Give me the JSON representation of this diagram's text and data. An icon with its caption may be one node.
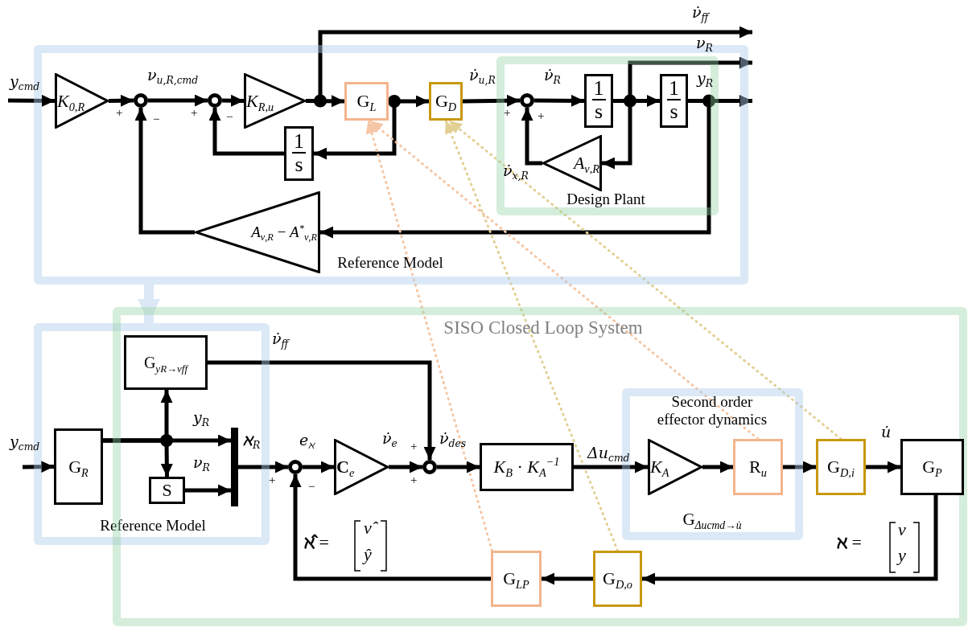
{
  "diagram": {
    "nodes": [
      {
        "text": [
          "Reference Model"
        ]
      },
      {
        "text": [
          "Design Plant"
        ],
        "in": 0
      },
      {
        "text": [
          "*K*$_{0,R}$"
        ],
        "in": 0
      },
      {
        "text": [],
        "shape": "circle",
        "in": 0
      },
      {
        "text": [],
        "shape": "circle",
        "in": 0
      },
      {
        "text": [
          "*K*$_{R,u}$"
        ],
        "in": 0
      },
      {
        "text": [
          "G$_{L}$"
        ],
        "in": 0
      },
      {
        "text": [
          "G$_{D}$"
        ],
        "in": 0
      },
      {
        "text": [
          "1",
          "s"
        ],
        "in": 0
      },
      {
        "text": [],
        "shape": "circle",
        "in": 1
      },
      {
        "text": [
          "1",
          "s"
        ],
        "in": 1
      },
      {
        "text": [
          "1",
          "s"
        ],
        "in": 1
      },
      {
        "text": [
          "*A*$_{ν,R}$"
        ],
        "in": 1
      },
      {
        "text": [
          "*A*$_{ν,R}$ − *A*$^{*}$$_{ν,R}$"
        ],
        "in": 0
      },
      {
        "text": [
          "Reference Model"
        ]
      },
      {
        "text": [
          "SISO Closed Loop System"
        ]
      },
      {
        "text": [
          "G$_{R}$"
        ],
        "in": 14
      },
      {
        "text": [
          "G$_{yR→ν̇ff}$"
        ]
      },
      {
        "text": [
          "S"
        ]
      },
      {
        "text": [],
        "shape": "bar"
      },
      {
        "text": [],
        "shape": "circle",
        "in": 15
      },
      {
        "text": [
          "**C**$_{e}$"
        ],
        "in": 15
      },
      {
        "text": [],
        "shape": "circle",
        "in": 15
      },
      {
        "text": [
          "*K*$_{B}$ · *K*$_{A}$$^{−1}$"
        ],
        "in": 15
      },
      {
        "text": [
          "Second order effector dynamics",
          "G$_{Δucmd→u̇}$"
        ],
        "in": 15
      },
      {
        "text": [
          "*K*$_{A}$"
        ],
        "in": 24
      },
      {
        "text": [
          "R$_{u}$"
        ],
        "in": 24
      },
      {
        "text": [
          "G$_{D,i}$"
        ],
        "in": 15
      },
      {
        "text": [
          "G$_{P}$"
        ],
        "in": 15
      },
      {
        "text": [
          "G$_{D,o}$"
        ],
        "in": 15
      },
      {
        "text": [
          "G$_{LP}$"
        ],
        "in": 15
      }
    ],
    "edges": [
      {
        "from": null,
        "to": 2,
        "arrow": "to",
        "label": "*y*$_{cmd}$"
      },
      {
        "from": 2,
        "to": 3,
        "arrow": "to"
      },
      {
        "from": 3,
        "to": 4,
        "arrow": "to",
        "label": "*ν*$_{u,R,cmd}$"
      },
      {
        "from": 4,
        "to": 5,
        "arrow": "to"
      },
      {
        "from": 5,
        "to": 6,
        "arrow": "to"
      },
      {
        "from": 5,
        "to": null,
        "arrow": "to",
        "label": "*ν̇*$_{ff}$"
      },
      {
        "from": 6,
        "to": 7,
        "arrow": "to"
      },
      {
        "from": 6,
        "to": 8,
        "arrow": "to"
      },
      {
        "from": 8,
        "to": 4,
        "arrow": "to"
      },
      {
        "from": 7,
        "to": 9,
        "arrow": "to",
        "label": "*ν̇*$_{u,R}$"
      },
      {
        "from": 9,
        "to": 10,
        "arrow": "to",
        "label": "*ν̇*$_{R}$"
      },
      {
        "from": 10,
        "to": 11,
        "arrow": "to"
      },
      {
        "from": 10,
        "to": 12,
        "arrow": "to"
      },
      {
        "from": 10,
        "to": null,
        "arrow": "to",
        "label": "*ν*$_{R}$"
      },
      {
        "from": 12,
        "to": 9,
        "arrow": "to",
        "label": "*ν̇*$_{x,R}$"
      },
      {
        "from": 11,
        "to": null,
        "arrow": "to",
        "label": "*y*$_{R}$"
      },
      {
        "from": 11,
        "to": 13,
        "arrow": "to"
      },
      {
        "from": 13,
        "to": 3,
        "arrow": "to"
      },
      {
        "from": 0,
        "to": 14,
        "arrow": "to",
        "style": "thick",
        "color": "#dce8f5"
      },
      {
        "from": 30,
        "to": 6,
        "arrow": "to",
        "style": "dashed",
        "color": "#f5c6a5"
      },
      {
        "from": 26,
        "to": 6,
        "arrow": "to",
        "style": "dashed",
        "color": "#f5c6a5"
      },
      {
        "from": 29,
        "to": 7,
        "arrow": "to",
        "style": "dashed",
        "color": "#e2cf93"
      },
      {
        "from": 27,
        "to": 7,
        "arrow": "to",
        "style": "dashed",
        "color": "#e2cf93"
      },
      {
        "from": null,
        "to": 16,
        "arrow": "to",
        "label": "*y*$_{cmd}$"
      },
      {
        "from": 16,
        "to": 17,
        "arrow": "to"
      },
      {
        "from": 16,
        "to": 18,
        "arrow": "to"
      },
      {
        "from": 16,
        "to": 19,
        "arrow": "to",
        "label": "*y*$_{R}$"
      },
      {
        "from": 18,
        "to": 19,
        "arrow": "to",
        "label": "*ν*$_{R}$"
      },
      {
        "from": 17,
        "to": 22,
        "arrow": "to",
        "label": "*ν̇*$_{ff}$"
      },
      {
        "from": 19,
        "to": 20,
        "arrow": "to",
        "label": "**ℵ**$_{R}$"
      },
      {
        "from": 20,
        "to": 21,
        "arrow": "to",
        "label": "*e*$_{ℵ}$"
      },
      {
        "from": 21,
        "to": 22,
        "arrow": "to",
        "label": "*ν̇*$_{e}$"
      },
      {
        "from": 22,
        "to": 23,
        "arrow": "to",
        "label": "*ν̇*$_{des}$"
      },
      {
        "from": 23,
        "to": 25,
        "arrow": "to",
        "label": "Δu$_{cmd}$"
      },
      {
        "from": 25,
        "to": 26,
        "arrow": "to"
      },
      {
        "from": 26,
        "to": 27,
        "arrow": "to"
      },
      {
        "from": 27,
        "to": 28,
        "arrow": "to",
        "label": "*u̇*"
      },
      {
        "from": 28,
        "to": 29,
        "arrow": "to"
      },
      {
        "from": 29,
        "to": 30,
        "arrow": "to"
      },
      {
        "from": 30,
        "to": 20,
        "arrow": "to"
      }
    ],
    "labels": [
      "+",
      "−",
      "+",
      "−",
      "+",
      "+",
      "+",
      "−",
      "+",
      "+",
      "**ℵ̂** =",
      "ν̂",
      "ŷ",
      "**ℵ** =",
      "ν",
      "y"
    ]
  }
}
